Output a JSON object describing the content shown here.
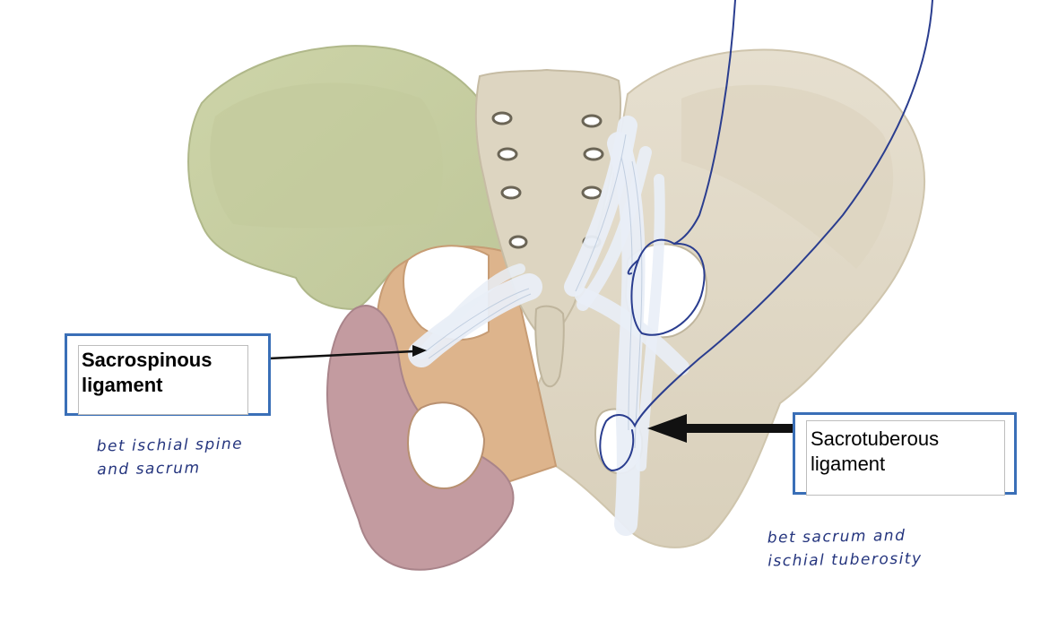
{
  "labels": {
    "sacrospinous": {
      "line1": "Sacrospinous",
      "line2": "ligament"
    },
    "sacrotuberous": {
      "line1": "Sacrotuberous",
      "line2": "ligament"
    }
  },
  "notes": {
    "left": {
      "line1": "bet ischial spine",
      "line2": "and sacrum"
    },
    "right": {
      "line1": "bet sacrum and",
      "line2": "ischial tuberosity"
    }
  },
  "colors": {
    "ilium": "#c9d0a3",
    "pubis_ischium_orange": "#ddb48c",
    "ischium_pink": "#c39ba0",
    "bone": "#e3dccb",
    "bone_dark": "#cfc5ad",
    "ligament": "#e8eef6",
    "label_border": "#3a6fb7",
    "annotation_ink": "#25357e"
  }
}
